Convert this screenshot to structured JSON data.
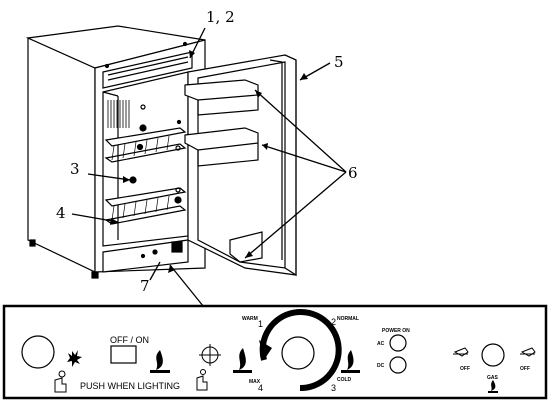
{
  "callouts": {
    "c12": "1, 2",
    "c3": "3",
    "c4": "4",
    "c5": "5",
    "c6": "6",
    "c7": "7"
  },
  "panel": {
    "off_on": "OFF / ON",
    "push_when_lighting": "PUSH WHEN LIGHTING",
    "warm": "WARM",
    "normal": "NORMAL",
    "max": "MAX",
    "cold": "COLD",
    "dial_1": "1",
    "dial_2": "2",
    "dial_3": "3",
    "dial_4": "4",
    "power_on": "POWER ON",
    "ac": "AC",
    "dc": "DC",
    "off_left": "OFF",
    "gas": "GAS",
    "off_right": "OFF"
  }
}
